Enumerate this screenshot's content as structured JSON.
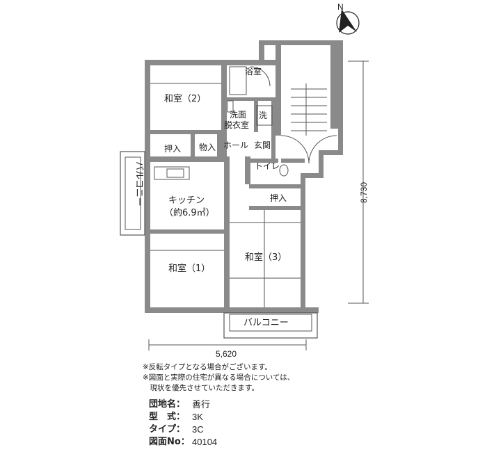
{
  "rooms": {
    "washitsu2": "和室（2）",
    "washitsu1": "和室（1）",
    "washitsu3": "和室（3）",
    "kitchen_line1": "キッチン",
    "kitchen_line2": "（約6.9㎡）",
    "bath": "浴室",
    "senmen_line1": "洗面",
    "senmen_line2": "脱衣室",
    "washer": "洗",
    "oshiire_left": "押入",
    "oshiire_right": "押入",
    "storage": "物入",
    "hall": "ホール",
    "entrance": "玄関",
    "toilet": "トイレ",
    "balcony_side": "バルコニー",
    "balcony_bottom": "バルコニー"
  },
  "compass": {
    "label": "N"
  },
  "dimensions": {
    "width": "5,620",
    "depth": "8,730"
  },
  "notes": [
    "※反転タイプとなる場合がございます。",
    "※図面と実際の住宅が異なる場合については、",
    "　現状を優先させていただきます。"
  ],
  "info": {
    "complex_label": "団地名：",
    "complex_value": "善行",
    "model_label": "型　式：",
    "model_value": "3K",
    "type_label": "タイプ：",
    "type_value": "3C",
    "drawing_label": "図面No：",
    "drawing_value": "40104"
  }
}
